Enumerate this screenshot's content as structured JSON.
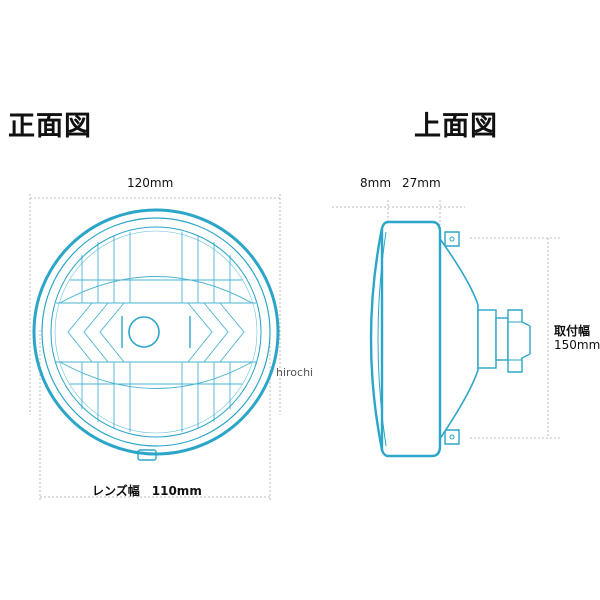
{
  "front_view": {
    "title": "正面図",
    "width_label": "120mm",
    "lens_label": "レンズ幅　110mm"
  },
  "top_view": {
    "title": "上面図",
    "dim_a": "8mm",
    "dim_b": "27mm",
    "mount_label_1": "取付幅",
    "mount_label_2": "150mm"
  },
  "watermark": "hirochi",
  "colors": {
    "outline": "#2ba6c8",
    "dim_line": "#bdbdbd",
    "text": "#111111"
  }
}
